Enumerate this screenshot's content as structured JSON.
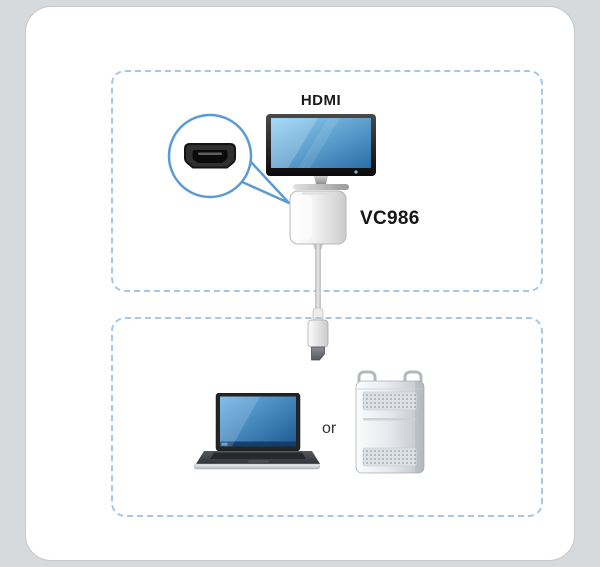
{
  "diagram": {
    "labels": {
      "hdmi": "HDMI",
      "model": "VC986",
      "or": "or"
    },
    "icons": [
      "hdmi-monitor-icon",
      "hdmi-port-magnifier-icon",
      "vc986-adapter-icon",
      "displayport-cable-icon",
      "laptop-icon",
      "desktop-tower-icon"
    ],
    "colors": {
      "background": "#d6dadd",
      "card": "#ffffff",
      "dashed_border": "#a6c8e6",
      "magnifier_ring": "#5b9bd5",
      "screen_blue": "#3f86bd",
      "label_text": "#1b1b1b"
    }
  }
}
